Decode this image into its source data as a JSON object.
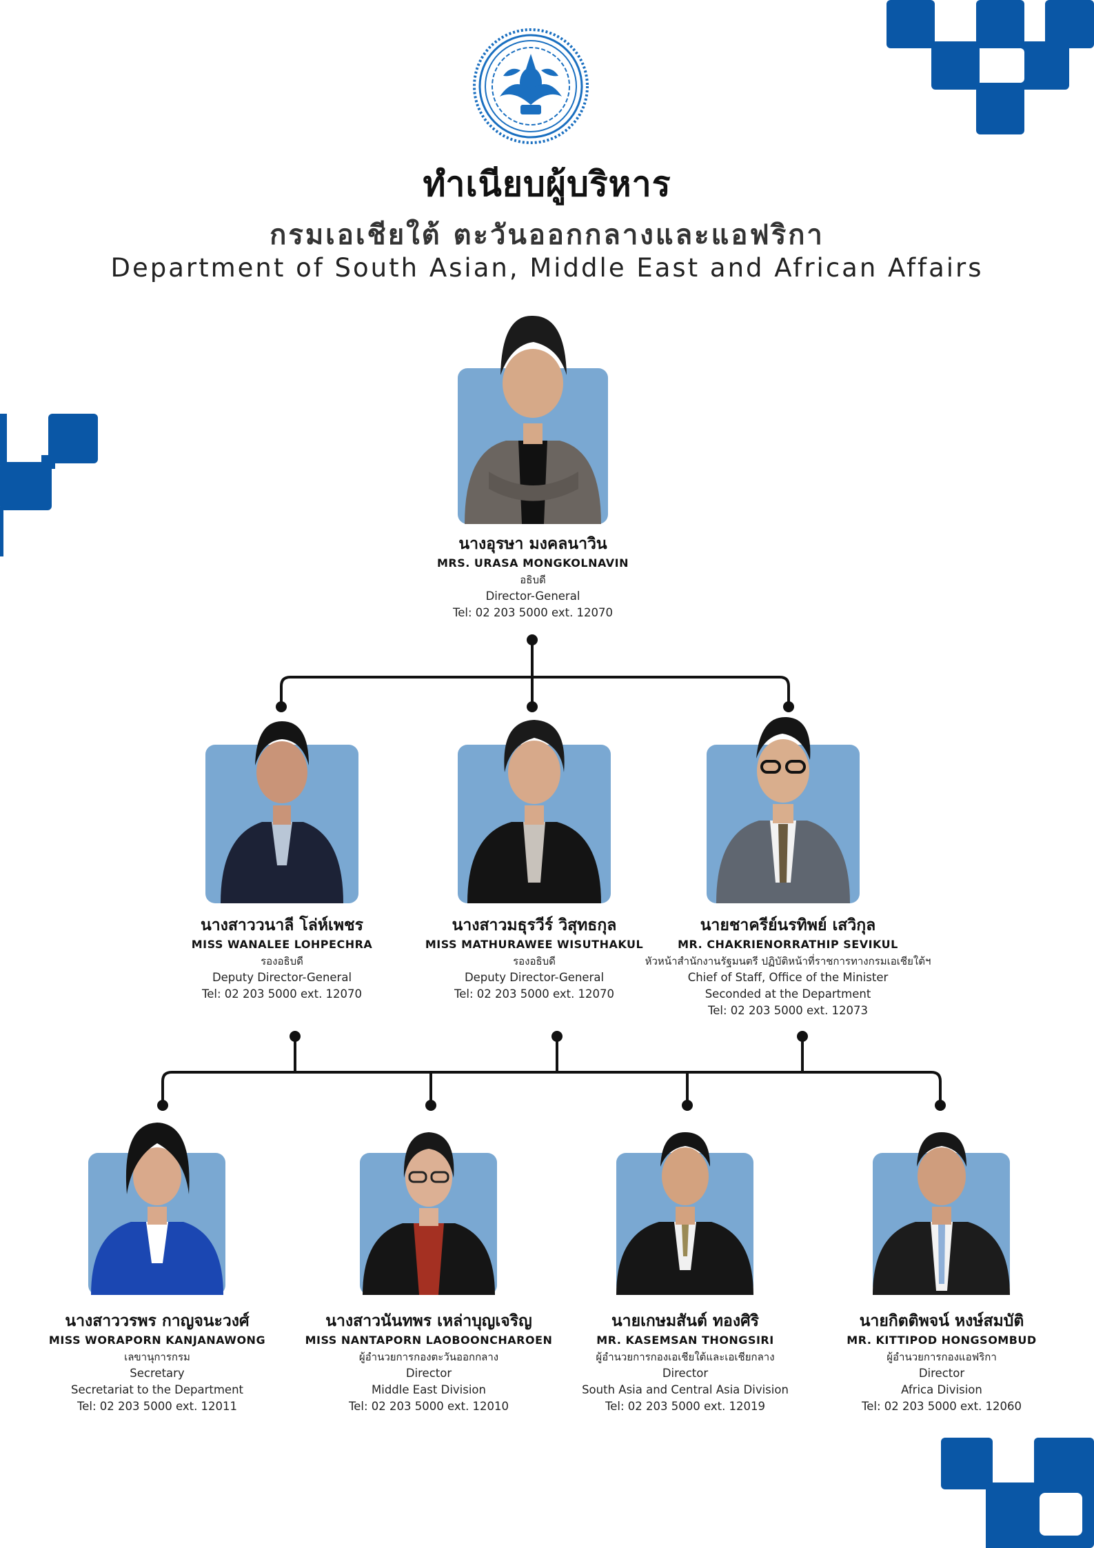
{
  "header": {
    "title_th": "ทำเนียบผู้บริหาร",
    "department_th": "กรมเอเชียใต้ ตะวันออกกลางและแอฟริกา",
    "department_en": "Department of South Asian, Middle East and African Affairs",
    "seal_icon": "garuda-seal-icon"
  },
  "colors": {
    "brand_blue": "#0a57a6",
    "photo_bg": "#7aa8d2",
    "connector": "#111111"
  },
  "executives": {
    "director_general": {
      "name_th": "นางอุรษา มงคลนาวิน",
      "name_en": "MRS. URASA MONGKOLNAVIN",
      "position_th": "อธิบดี",
      "position_en": "Director-General",
      "tel": "Tel: 02 203 5000 ext. 12070"
    },
    "deputy_1": {
      "name_th": "นางสาววนาลี โล่ห์เพชร",
      "name_en": "MISS WANALEE LOHPECHRA",
      "position_th": "รองอธิบดี",
      "position_en": "Deputy Director-General",
      "tel": "Tel: 02 203 5000 ext. 12070"
    },
    "deputy_2": {
      "name_th": "นางสาวมธุรวีร์ วิสุทธกุล",
      "name_en": "MISS MATHURAWEE WISUTHAKUL",
      "position_th": "รองอธิบดี",
      "position_en": "Deputy Director-General",
      "tel": "Tel: 02 203 5000 ext. 12070"
    },
    "chief_of_staff": {
      "name_th": "นายชาครีย์นรทิพย์ เสวิกุล",
      "name_en": "MR. CHAKRIENORRATHIP SEVIKUL",
      "position_th": "หัวหน้าสำนักงานรัฐมนตรี ปฏิบัติหน้าที่ราชการทางกรมเอเชียใต้ฯ",
      "position_en": "Chief of Staff, Office of the Minister",
      "position_en_2": "Seconded at the Department",
      "tel": "Tel: 02 203 5000 ext. 12073"
    },
    "secretary": {
      "name_th": "นางสาววรพร กาญจนะวงศ์",
      "name_en": "MISS WORAPORN KANJANAWONG",
      "position_th": "เลขานุการกรม",
      "position_en": "Secretary",
      "unit_en": "Secretariat to the Department",
      "tel": "Tel: 02 203 5000 ext. 12011"
    },
    "director_middle_east": {
      "name_th": "นางสาวนันทพร เหล่าบุญเจริญ",
      "name_en": "MISS NANTAPORN LAOBOONCHAROEN",
      "position_th": "ผู้อำนวยการกองตะวันออกกลาง",
      "position_en": "Director",
      "unit_en": "Middle East Division",
      "tel": "Tel: 02 203 5000 ext. 12010"
    },
    "director_south_asia": {
      "name_th": "นายเกษมสันต์ ทองศิริ",
      "name_en": "MR. KASEMSAN THONGSIRI",
      "position_th": "ผู้อำนวยการกองเอเชียใต้และเอเชียกลาง",
      "position_en": "Director",
      "unit_en": "South Asia and Central Asia Division",
      "tel": "Tel: 02 203 5000 ext. 12019"
    },
    "director_africa": {
      "name_th": "นายกิตติพจน์ หงษ์สมบัติ",
      "name_en": "MR. KITTIPOD HONGSOMBUD",
      "position_th": "ผู้อำนวยการกองแอฟริกา",
      "position_en": "Director",
      "unit_en": "Africa Division",
      "tel": "Tel: 02 203 5000 ext. 12060"
    }
  }
}
